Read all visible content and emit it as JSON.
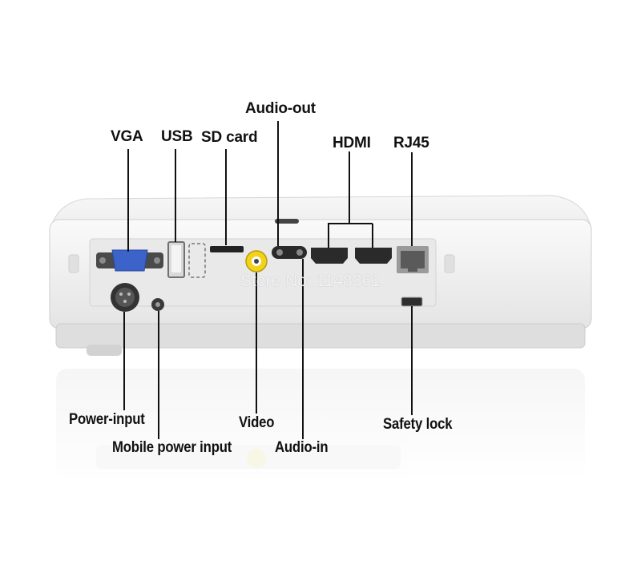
{
  "labels": {
    "vga": "VGA",
    "usb": "USB",
    "sd_card": "SD card",
    "audio_out": "Audio-out",
    "hdmi": "HDMI",
    "rj45": "RJ45",
    "power_input": "Power-input",
    "mobile_power_input": "Mobile power input",
    "video": "Video",
    "audio_in": "Audio-in",
    "safety_lock": "Safety lock"
  },
  "watermark": "Store No: 1148361",
  "colors": {
    "label_text": "#111111",
    "leader_line": "#111111",
    "projector_body": "#f2f2f2",
    "port_panel": "#e6e6e6",
    "vga_blue": "#3b63c9",
    "video_yellow": "#f2d21a"
  }
}
